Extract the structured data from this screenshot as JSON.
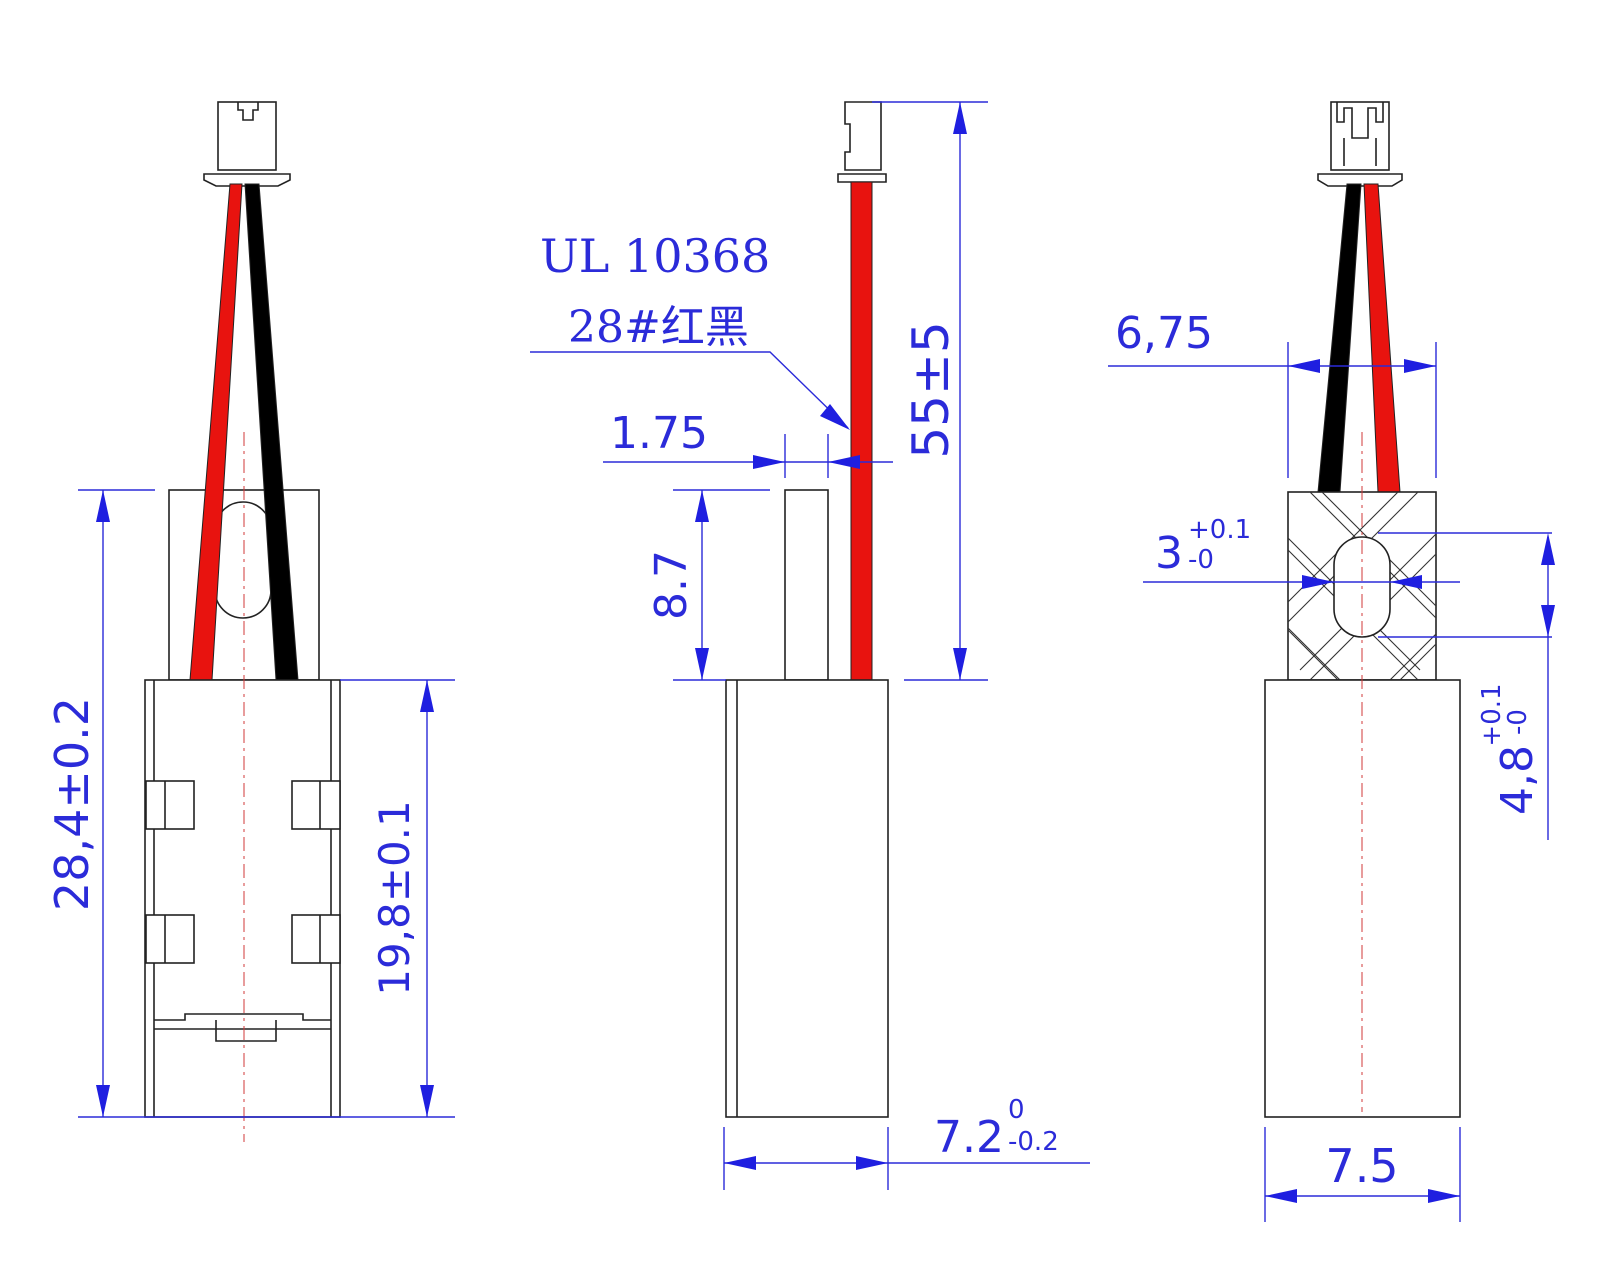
{
  "colors": {
    "dimension": "#2b2bd9",
    "outline": "#222222",
    "centerline": "#d23a3a",
    "wire_red": "#e8130f",
    "wire_black": "#000000"
  },
  "views": {
    "front": {
      "dim_total_height": "28,4±0.2",
      "dim_cell_height": "19,8±0.1"
    },
    "side": {
      "wire_note_line1": "UL 10368",
      "wire_note_line2": "28#红黑",
      "dim_wire_length": "55±5",
      "dim_offset": "1.75",
      "dim_pcm_height": "8.7",
      "dim_thickness": "7.2",
      "dim_thickness_upper_tol": "0",
      "dim_thickness_lower_tol": "-0.2"
    },
    "back": {
      "dim_lead_spacing": "6,75",
      "dim_hole_width": "3",
      "dim_hole_width_upper_tol": "+0.1",
      "dim_hole_width_lower_tol": "-0",
      "dim_hole_height": "4,8",
      "dim_hole_height_upper_tol": "+0.1",
      "dim_hole_height_lower_tol": "-0",
      "dim_width": "7.5"
    }
  }
}
